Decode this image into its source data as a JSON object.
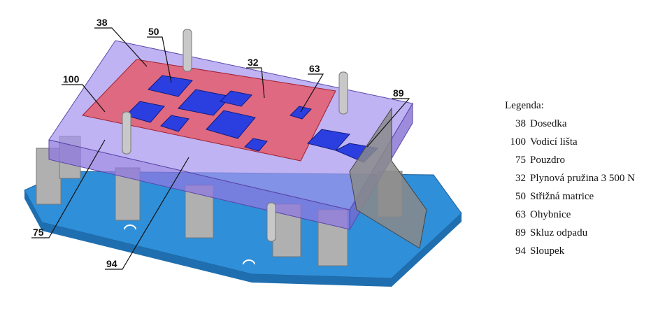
{
  "callouts": [
    {
      "id": "38",
      "label": "38"
    },
    {
      "id": "50",
      "label": "50"
    },
    {
      "id": "32",
      "label": "32"
    },
    {
      "id": "63",
      "label": "63"
    },
    {
      "id": "100",
      "label": "100"
    },
    {
      "id": "89",
      "label": "89"
    },
    {
      "id": "75",
      "label": "75"
    },
    {
      "id": "94",
      "label": "94"
    }
  ],
  "legend": {
    "title": "Legenda:",
    "items": [
      {
        "num": "38",
        "text": "Dosedka"
      },
      {
        "num": "100",
        "text": "Vodicí lišta"
      },
      {
        "num": "75",
        "text": "Pouzdro"
      },
      {
        "num": "32",
        "text": "Plynová pružina 3 500 N"
      },
      {
        "num": "50",
        "text": "Střižná matrice"
      },
      {
        "num": "63",
        "text": "Ohybnice"
      },
      {
        "num": "89",
        "text": "Skluz odpadu"
      },
      {
        "num": "94",
        "text": "Sloupek"
      }
    ]
  },
  "colors": {
    "base": "#2f8fd8",
    "plate": "#9b86e8",
    "red": "#e8505a",
    "insert": "#2b3fe0",
    "steel": "#a9a9a9"
  }
}
